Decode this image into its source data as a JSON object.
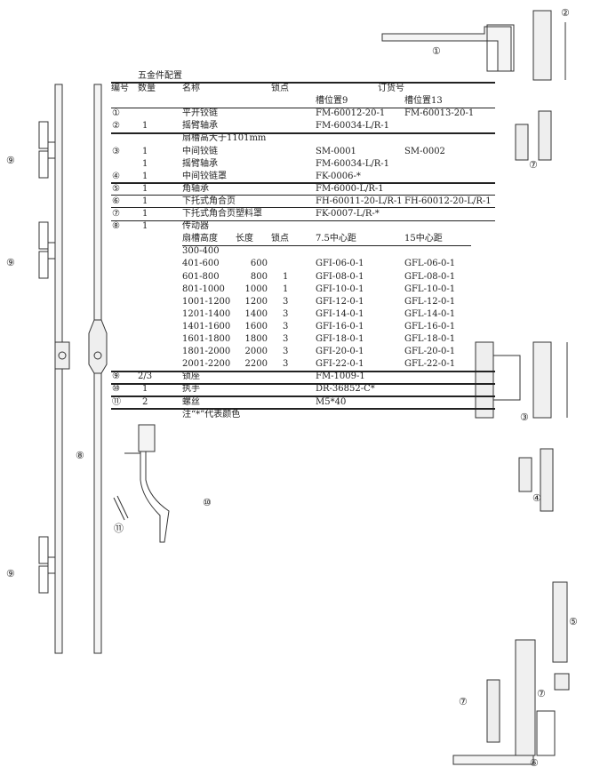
{
  "title": "五金件配置",
  "headers": {
    "no": "编号",
    "qty": "数量",
    "name": "名称",
    "lock": "锁点",
    "order": "订货号",
    "slot9": "槽位置9",
    "slot13": "槽位置13"
  },
  "rows": [
    {
      "no": "①",
      "qty": "",
      "name": "平开铰链",
      "lock": "",
      "slot9": "FM-60012-20-1",
      "slot13": "FM-60013-20-1"
    },
    {
      "no": "②",
      "qty": "1",
      "name": "摇臂轴承",
      "lock": "",
      "slot9": "FM-60034-L/R-1",
      "slot13": ""
    },
    {
      "no": "",
      "qty": "",
      "name": "扇槽高大于1101mm",
      "lock": "",
      "slot9": "",
      "slot13": ""
    },
    {
      "no": "③",
      "qty": "1",
      "name": "中间铰链",
      "lock": "",
      "slot9": "SM-0001",
      "slot13": "SM-0002"
    },
    {
      "no": "",
      "qty": "1",
      "name": "摇臂轴承",
      "lock": "",
      "slot9": "FM-60034-L/R-1",
      "slot13": ""
    },
    {
      "no": "④",
      "qty": "1",
      "name": "中间铰链罩",
      "lock": "",
      "slot9": "FK-0006-*",
      "slot13": ""
    },
    {
      "no": "⑤",
      "qty": "1",
      "name": "角轴承",
      "lock": "",
      "slot9": "FM-6000-L/R-1",
      "slot13": ""
    },
    {
      "no": "⑥",
      "qty": "1",
      "name": "下托式角合页",
      "lock": "",
      "slot9": "FH-60011-20-L/R-1",
      "slot13": "FH-60012-20-L/R-1"
    },
    {
      "no": "⑦",
      "qty": "1",
      "name": "下托式角合页塑料罩",
      "lock": "",
      "slot9": "FK-0007-L/R-*",
      "slot13": ""
    },
    {
      "no": "⑧",
      "qty": "1",
      "name": "传动器",
      "lock": "",
      "slot9": "",
      "slot13": ""
    }
  ],
  "drive_headers": {
    "height": "扇槽高度",
    "length": "长度",
    "lock": "锁点",
    "c75": "7.5中心距",
    "c15": "15中心距"
  },
  "drive_rows": [
    {
      "height": "300-400",
      "length": "",
      "lock": "",
      "c75": "",
      "c15": ""
    },
    {
      "height": "401-600",
      "length": "600",
      "lock": "",
      "c75": "GFI-06-0-1",
      "c15": "GFL-06-0-1"
    },
    {
      "height": "601-800",
      "length": "800",
      "lock": "1",
      "c75": "GFI-08-0-1",
      "c15": "GFL-08-0-1"
    },
    {
      "height": "801-1000",
      "length": "1000",
      "lock": "1",
      "c75": "GFI-10-0-1",
      "c15": "GFL-10-0-1"
    },
    {
      "height": "1001-1200",
      "length": "1200",
      "lock": "3",
      "c75": "GFI-12-0-1",
      "c15": "GFL-12-0-1"
    },
    {
      "height": "1201-1400",
      "length": "1400",
      "lock": "3",
      "c75": "GFI-14-0-1",
      "c15": "GFL-14-0-1"
    },
    {
      "height": "1401-1600",
      "length": "1600",
      "lock": "3",
      "c75": "GFI-16-0-1",
      "c15": "GFL-16-0-1"
    },
    {
      "height": "1601-1800",
      "length": "1800",
      "lock": "3",
      "c75": "GFI-18-0-1",
      "c15": "GFL-18-0-1"
    },
    {
      "height": "1801-2000",
      "length": "2000",
      "lock": "3",
      "c75": "GFI-20-0-1",
      "c15": "GFL-20-0-1"
    },
    {
      "height": "2001-2200",
      "length": "2200",
      "lock": "3",
      "c75": "GFI-22-0-1",
      "c15": "GFL-22-0-1"
    }
  ],
  "tail_rows": [
    {
      "no": "⑨",
      "qty": "2/3",
      "name": "锁座",
      "slot9": "FM-1009-1"
    },
    {
      "no": "⑩",
      "qty": "1",
      "name": "执手",
      "slot9": "DR-36852-C*"
    },
    {
      "no": "⑪",
      "qty": "2",
      "name": "螺丝",
      "slot9": "M5*40"
    }
  ],
  "note": "注“*”代表颜色",
  "callouts": {
    "c1": "①",
    "c2": "②",
    "c3": "③",
    "c4": "④",
    "c5": "⑤",
    "c6": "⑥",
    "c7a": "⑦",
    "c7b": "⑦",
    "c7c": "⑦",
    "c8": "⑧",
    "c9a": "⑨",
    "c9b": "⑨",
    "c9c": "⑨",
    "c10": "⑩",
    "c11": "⑪"
  }
}
